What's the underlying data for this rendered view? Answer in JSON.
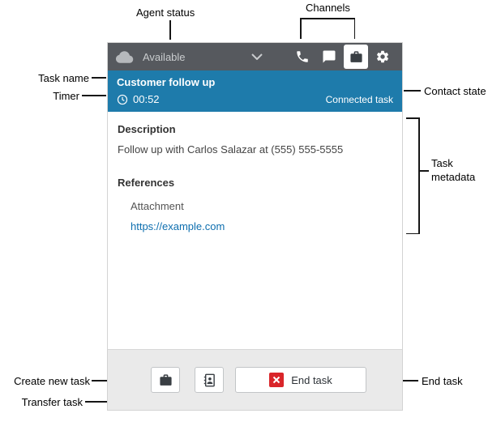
{
  "annotations": {
    "agent_status": "Agent status",
    "channels": "Channels",
    "task_name": "Task name",
    "timer": "Timer",
    "contact_state": "Contact state",
    "task_metadata": "Task metadata",
    "create_new_task": "Create new task",
    "transfer_task": "Transfer task",
    "end_task": "End task"
  },
  "ccp": {
    "header": {
      "agent_status": "Available",
      "icons": {
        "logo": "cloud-icon",
        "dropdown": "chevron-down-icon",
        "phone": "phone-icon",
        "chat": "chat-bubble-icon",
        "task": "briefcase-icon",
        "settings": "gear-icon"
      }
    },
    "task_banner": {
      "name": "Customer follow up",
      "timer_icon": "clock-icon",
      "timer": "00:52",
      "state": "Connected task"
    },
    "body": {
      "description_heading": "Description",
      "description": "Follow up with Carlos Salazar at (555) 555-5555",
      "references_heading": "References",
      "attachment": "Attachment",
      "link": "https://example.com"
    },
    "footer": {
      "create_task_icon": "briefcase-icon",
      "transfer_icon": "address-book-icon",
      "end_task_icon": "end-x-icon",
      "end_task_label": "End task"
    },
    "colors": {
      "header_bg": "#56595E",
      "banner_bg": "#1E7BAB",
      "link_blue": "#0D6EAF",
      "end_red": "#D9252A",
      "footer_bg": "#EAEAEA"
    }
  }
}
